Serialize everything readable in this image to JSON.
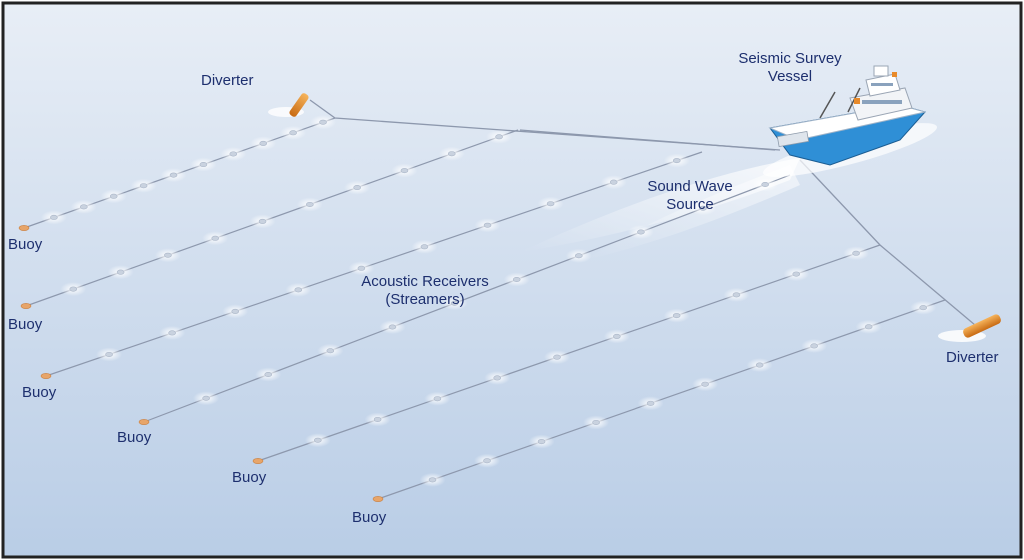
{
  "labels": {
    "vessel_line1": "Seismic Survey",
    "vessel_line2": "Vessel",
    "diverter_left": "Diverter",
    "diverter_right": "Diverter",
    "source_line1": "Sound Wave",
    "source_line2": "Source",
    "receivers_line1": "Acoustic Receivers",
    "receivers_line2": "(Streamers)",
    "buoys": [
      "Buoy",
      "Buoy",
      "Buoy",
      "Buoy",
      "Buoy",
      "Buoy"
    ]
  },
  "colors": {
    "sea_light": "#e8eef6",
    "sea_dark": "#b9cde6",
    "text": "#1d2f6e",
    "cable": "#8d98ad",
    "diverter": "#e88a2a",
    "hull": "#2f8fd6",
    "hull_top": "#ffffff",
    "border": "#222222"
  },
  "icons": {
    "vessel": "ship-icon",
    "diverter": "float-cylinder-icon",
    "buoy": "buoy-icon",
    "receiver": "hydrophone-icon"
  }
}
